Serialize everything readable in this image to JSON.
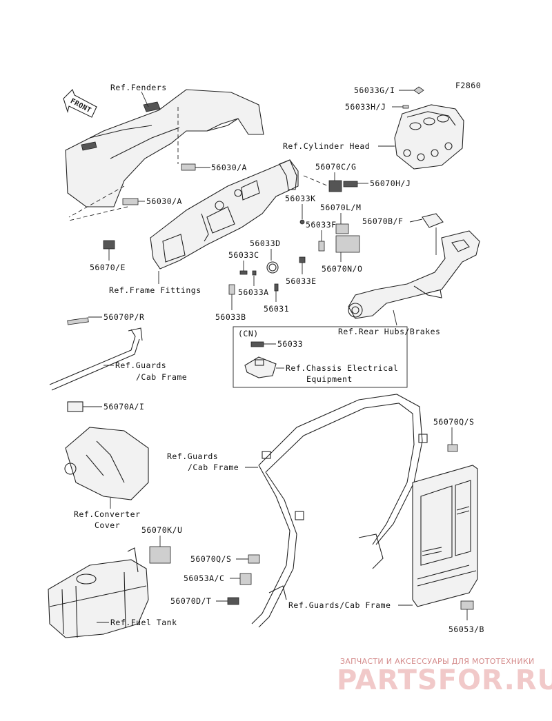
{
  "diagram_code": "F2860",
  "front_label": "FRONT",
  "labels": {
    "ref_fenders": "Ref.Fenders",
    "p56033G_I": "56033G/I",
    "p56033H_J": "56033H/J",
    "ref_cylinder_head": "Ref.Cylinder Head",
    "p56030A_1": "56030/A",
    "p56070C_G": "56070C/G",
    "p56070H_J": "56070H/J",
    "p56030A_2": "56030/A",
    "p56033K": "56033K",
    "p56070L_M": "56070L/M",
    "p56070B_F": "56070B/F",
    "p56033F": "56033F",
    "p56033D": "56033D",
    "p56070E": "56070/E",
    "p56033C": "56033C",
    "p56070N_O": "56070N/O",
    "p56033E": "56033E",
    "ref_frame_fittings": "Ref.Frame Fittings",
    "p56033A": "56033A",
    "p56031": "56031",
    "p56033B": "56033B",
    "p56070P_R": "56070P/R",
    "ref_rear_hubs": "Ref.Rear Hubs/Brakes",
    "cn": "(CN)",
    "p56033": "56033",
    "ref_guards_1a": "Ref.Guards",
    "ref_guards_1b": "/Cab Frame",
    "ref_chassis_1": "Ref.Chassis Electrical",
    "ref_chassis_2": "Equipment",
    "p56070A_I": "56070A/I",
    "p56070Q_S_1": "56070Q/S",
    "ref_guards_2a": "Ref.Guards",
    "ref_guards_2b": "/Cab Frame",
    "ref_converter_1": "Ref.Converter",
    "ref_converter_2": "Cover",
    "p56070K_U": "56070K/U",
    "p56070Q_S_2": "56070Q/S",
    "p56053A_C": "56053A/C",
    "p56070D_T": "56070D/T",
    "ref_guards_cab": "Ref.Guards/Cab Frame",
    "ref_fuel_tank": "Ref.Fuel Tank",
    "p56053B": "56053/B"
  },
  "watermark": {
    "tagline": "ЗАПЧАСТИ И АКСЕССУАРЫ ДЛЯ МОТОТЕХНИКИ",
    "logo": "PARTSFOR.RU"
  }
}
